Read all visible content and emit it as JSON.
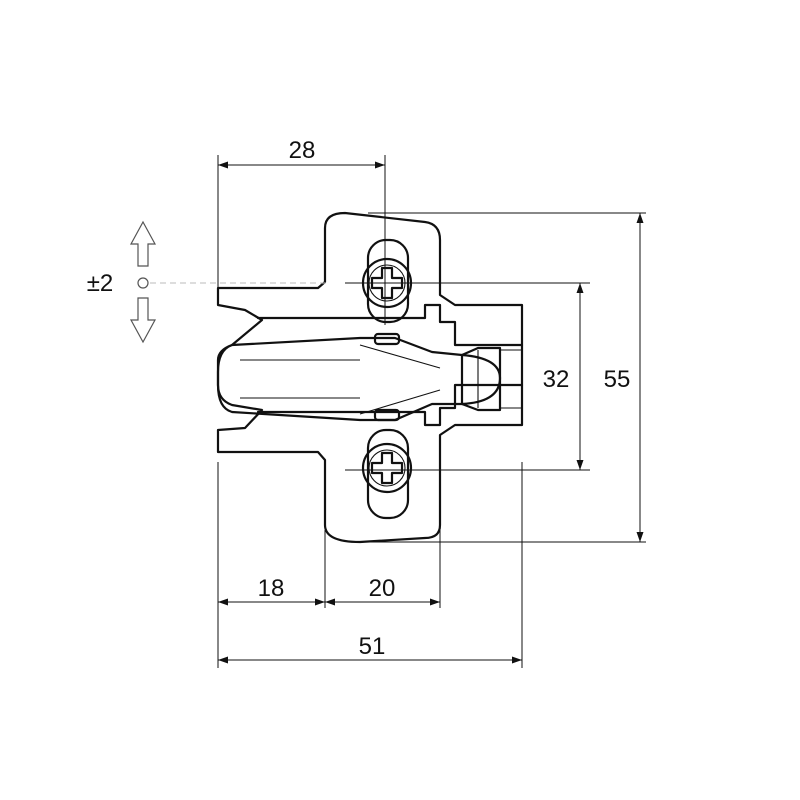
{
  "dimensions": {
    "top_width": "28",
    "bottom_left": "18",
    "bottom_mid": "20",
    "overall_width": "51",
    "hole_spacing": "32",
    "overall_height": "55",
    "adjustment": "±2"
  },
  "icons": {
    "adjust_up": "arrow-up-icon",
    "adjust_down": "arrow-down-icon",
    "screw": "phillips-screw-icon"
  },
  "colors": {
    "line": "#111111",
    "hint": "#bbbbbb"
  }
}
